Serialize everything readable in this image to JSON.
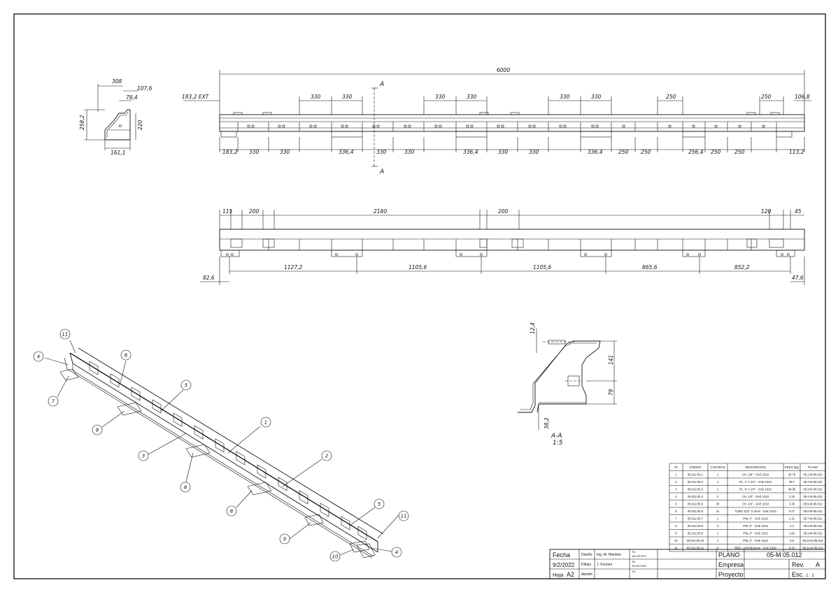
{
  "dims_top": {
    "total": "6000",
    "left_ext": "183,2 EXT",
    "right_end": "106,8",
    "upper": [
      "330",
      "330",
      "330",
      "330",
      "330",
      "330",
      "250",
      "250"
    ],
    "lower": [
      "183,2",
      "330",
      "330",
      "336,4",
      "330",
      "330",
      "336,4",
      "330",
      "330",
      "336,4",
      "250",
      "250",
      "256,4",
      "250",
      "250",
      "113,2"
    ],
    "section_mark": "A"
  },
  "dims_profile": {
    "w1": "308",
    "w2": "107,6",
    "w3": "78,4",
    "h1": "258,2",
    "h2": "220",
    "b1": "161,1"
  },
  "dims_middle": {
    "upper": [
      "115",
      "200",
      "2180",
      "200",
      "120",
      "45"
    ],
    "lower": [
      "1127,2",
      "1105,6",
      "1105,6",
      "865,6",
      "852,2"
    ],
    "left_end": "82,6",
    "right_end": "47,6"
  },
  "section": {
    "d1": "12,4",
    "d2": "141",
    "d3": "79",
    "d4": "38,2",
    "label": "A-A",
    "scale": "1:5"
  },
  "balloons": [
    "11",
    "4",
    "6",
    "7",
    "5",
    "8",
    "1",
    "3",
    "8",
    "2",
    "8",
    "5",
    "11",
    "9",
    "10",
    "4"
  ],
  "bom": {
    "headers": [
      "Nº",
      "CÓDIGO",
      "CANTIDAD",
      "DESCRIPCIÓN",
      "PESO (kg)",
      "PLANO"
    ],
    "rows": [
      [
        "1",
        "05.012.05.1",
        "1",
        "CH. 1/8\" - SAE 1010",
        "42.78",
        "05.1-M 05.012"
      ],
      [
        "2",
        "05.012.05.2",
        "1",
        "PL. 4\" x 1/4\" - SAE 1010",
        "38.7",
        "05.2-M 05.012"
      ],
      [
        "3",
        "05.012.05.3",
        "1",
        "PL. 6\" x 1/4\" - SAE 1010",
        "46.05",
        "05.3-M 05.012"
      ],
      [
        "4",
        "05.012.05.4",
        "2",
        "CH. 1/4\" - SAE 1010",
        "1.33",
        "05.4-M 05.012"
      ],
      [
        "5",
        "05.012.05.5",
        "20",
        "CH. 1/4\" - SAE 1010",
        "1.36",
        "05.5-M 05.012"
      ],
      [
        "6",
        "05.012.05.6",
        "31",
        "TUBO 11/2\" X 2mm - SAE 1010",
        "0.07",
        "05.6-M 05.012"
      ],
      [
        "7",
        "05.012.05.7",
        "1",
        "PNL 3\" - SAE 1010",
        "1.31",
        "05.7-M 05.012"
      ],
      [
        "8",
        "05.012.05.8",
        "3",
        "PNL 3\" - SAE 1010",
        "2.4",
        "05.8-M 05.012"
      ],
      [
        "9",
        "05.012.05.9",
        "1",
        "PNL 3\" - SAE 1010",
        "1.82",
        "05.9-M 05.012"
      ],
      [
        "10",
        "05.012.05.10",
        "1",
        "PNL 3\" - SAE 1010",
        "0.8",
        "05.10-M 05.012"
      ],
      [
        "11",
        "05.012.05.11",
        "6",
        "RED. LISO Ø12mm - SAE 1010",
        "0.41",
        "05.11-M 05.012"
      ]
    ]
  },
  "title_block": {
    "fecha_label": "Fecha",
    "fecha": "9/2/2022",
    "hoja_label": "Hoja",
    "hoja": "A2",
    "diseno_label": "Diseño",
    "dibujo_label": "Dibujo",
    "aprobo_label": "Aprobó",
    "disenador": "Ing. M. Heinlein",
    "dibujante": "J. Forzani",
    "aprobador": "-",
    "tel_label": "Tel:",
    "tel1": "342-4473473",
    "tel2": "343-5072645",
    "plano_label": "PLANO",
    "plano": "05-M 05.012",
    "empresa_label": "Empresa",
    "proyecto_label": "Proyecto",
    "rev_label": "Rev.",
    "rev": "A",
    "esc_label": "Esc.",
    "esc": "1 : 1"
  }
}
